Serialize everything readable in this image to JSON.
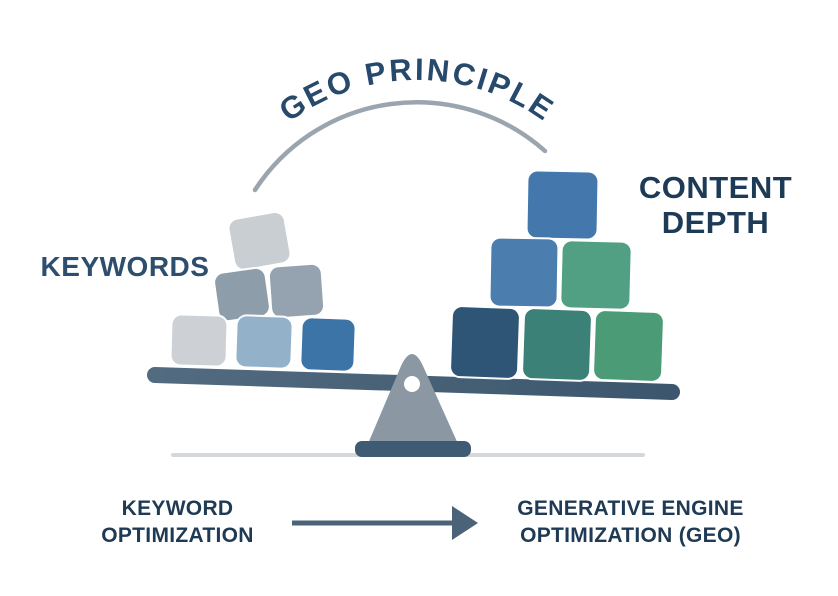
{
  "title": {
    "text": "GEO PRINCIPLE",
    "color": "#27496B"
  },
  "arc": {
    "color": "#9AA5AF"
  },
  "left_side": {
    "label": "KEYWORDS",
    "label_color": "#2E4E6E",
    "blocks": [
      {
        "name": "top-block",
        "color": "#C9CED3"
      },
      {
        "name": "middle-left-block",
        "color": "#8E9DAA"
      },
      {
        "name": "middle-right-block",
        "color": "#95A3B1"
      },
      {
        "name": "bottom-left-block",
        "color": "#CDD1D6"
      },
      {
        "name": "bottom-middle-block",
        "color": "#93B1C9"
      },
      {
        "name": "bottom-right-block",
        "color": "#3D74A8"
      }
    ]
  },
  "right_side": {
    "label": "CONTENT DEPTH",
    "label_color": "#1D3A57",
    "blocks": [
      {
        "name": "top-block",
        "color": "#4478AD"
      },
      {
        "name": "middle-left-block",
        "color": "#4B7DAE"
      },
      {
        "name": "middle-right-block",
        "color": "#52A083"
      },
      {
        "name": "bottom-left-block",
        "color": "#2E5576"
      },
      {
        "name": "bottom-middle-block",
        "color": "#3C8177"
      },
      {
        "name": "bottom-right-block",
        "color": "#4B9B77"
      }
    ]
  },
  "balance": {
    "beam_color_left": "#536B80",
    "beam_color_right": "#3B566D",
    "fulcrum_color": "#8B98A4",
    "fulcrum_base_color": "#3F5B74",
    "ground_line_color": "#D5D9DC"
  },
  "footer": {
    "from_label": "KEYWORD OPTIMIZATION",
    "to_label": "GENERATIVE ENGINE OPTIMIZATION (GEO)",
    "arrow_color": "#4A6379",
    "text_color": "#1F3A54"
  }
}
